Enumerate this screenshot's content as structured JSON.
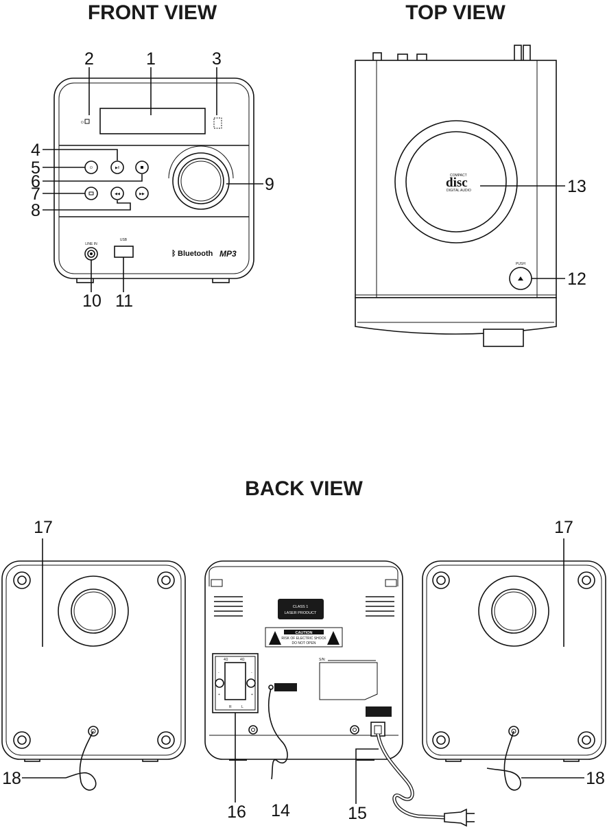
{
  "titles": {
    "front": "FRONT VIEW",
    "top": "TOP VIEW",
    "back": "BACK VIEW"
  },
  "front_labels": {
    "line_in": "LINE IN",
    "usb": "USB",
    "bluetooth": "Bluetooth",
    "mp3": "MP3"
  },
  "top_labels": {
    "push": "PUSH",
    "compact": "COMPACT",
    "disc": "disc",
    "digital_audio": "DIGITAL AUDIO"
  },
  "back_labels": {
    "class1_line1": "CLASS 1",
    "class1_line2": "LASER PRODUCT",
    "caution": "CAUTION",
    "caution_line1": "RISK OF ELECTRIC SHOCK",
    "caution_line2": "DO NOT OPEN",
    "sn": "S/N:",
    "ohm_left": "4Ω",
    "ohm_right": "4Ω",
    "minus": "-",
    "plus": "+",
    "right": "R",
    "left": "L"
  },
  "callouts": {
    "n1": "1",
    "n2": "2",
    "n3": "3",
    "n4": "4",
    "n5": "5",
    "n6": "6",
    "n7": "7",
    "n8": "8",
    "n9": "9",
    "n10": "10",
    "n11": "11",
    "n12": "12",
    "n13": "13",
    "n14": "14",
    "n15": "15",
    "n16": "16",
    "n17a": "17",
    "n17b": "17",
    "n18a": "18",
    "n18b": "18"
  }
}
